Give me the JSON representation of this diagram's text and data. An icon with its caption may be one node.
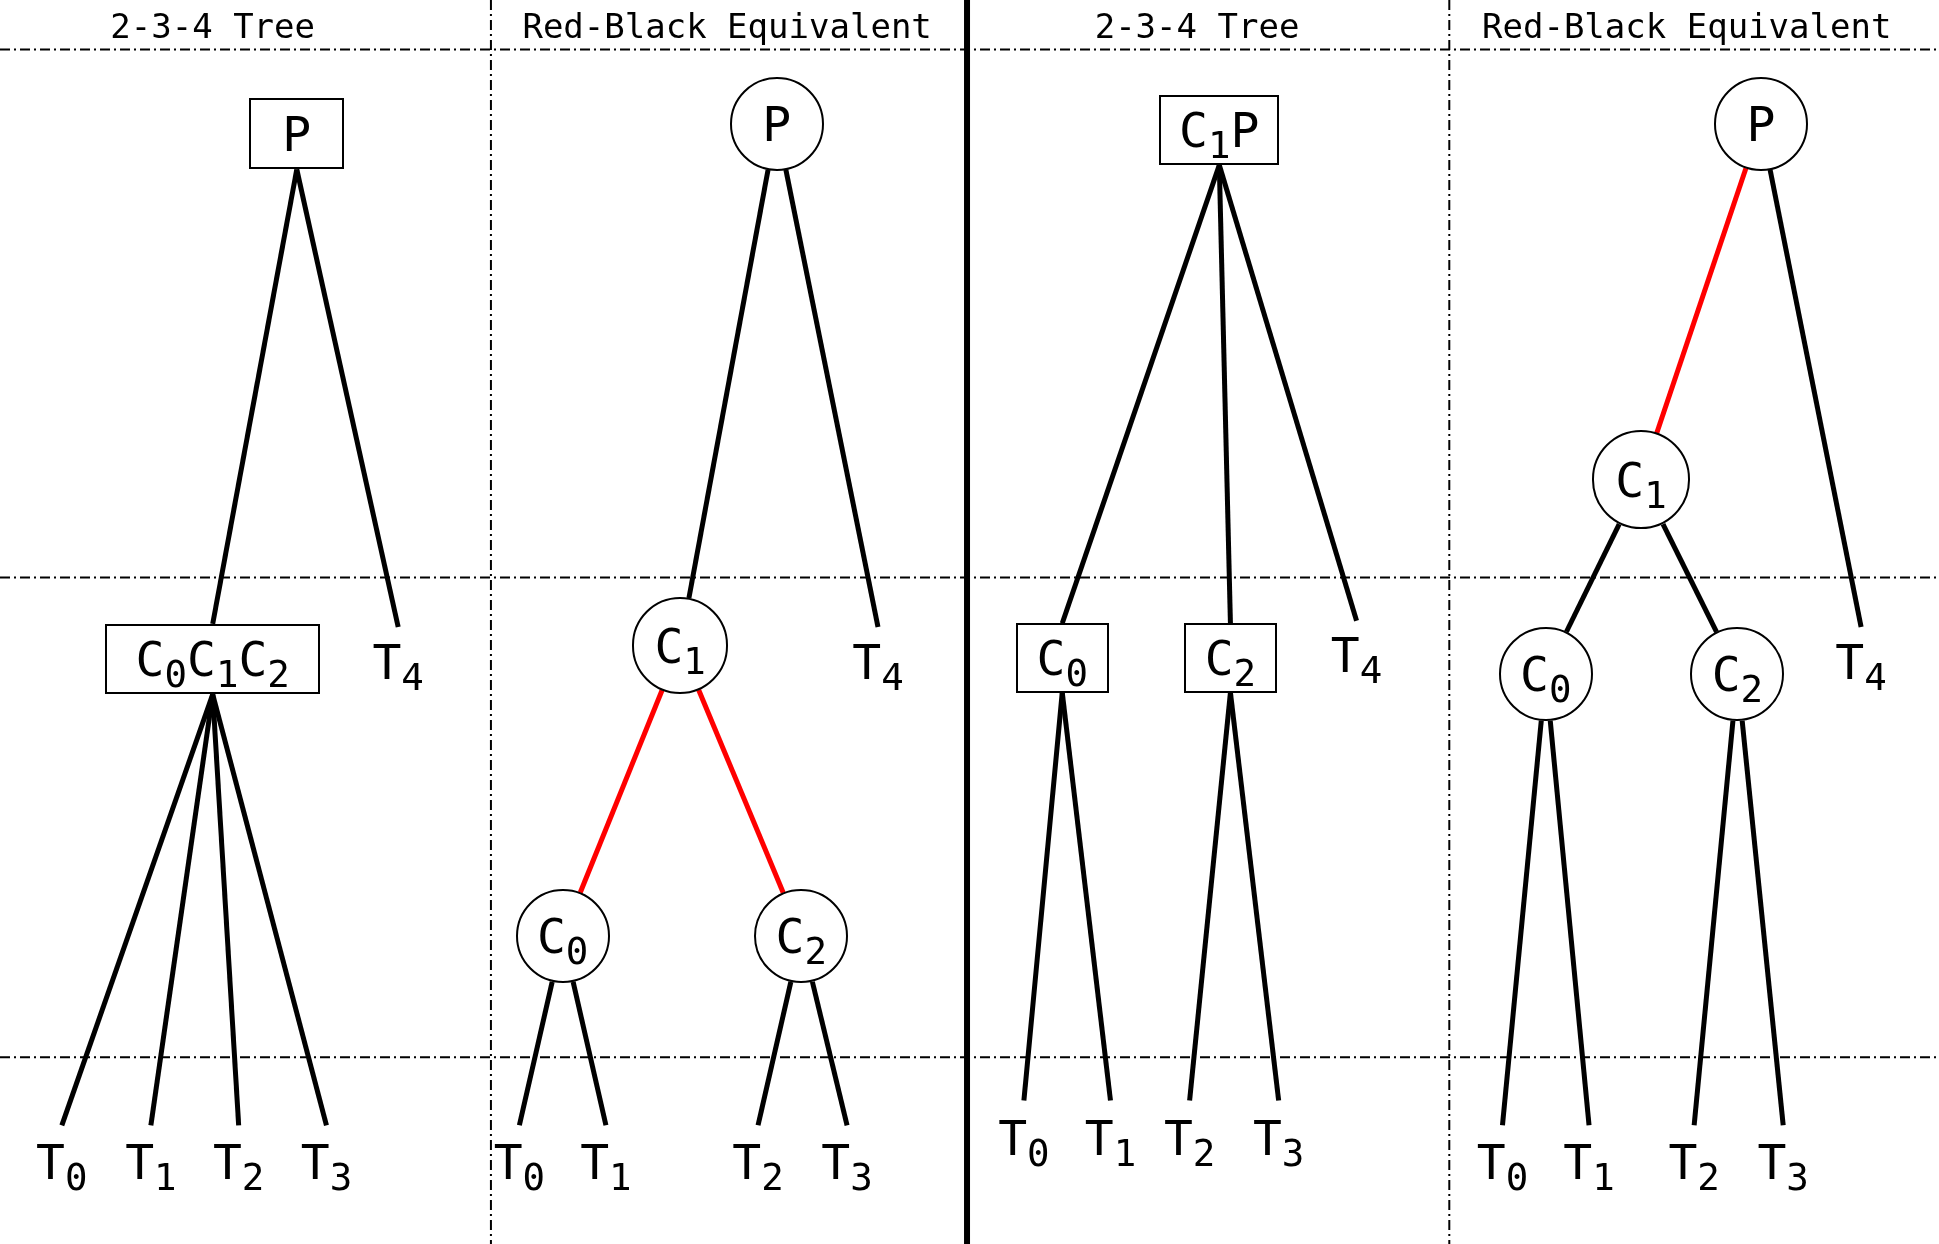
{
  "diagram": {
    "nodes": [
      {
        "text": [
          "P"
        ]
      },
      {
        "text": [
          "C$_{0}$C$_{1}$C$_{2}$"
        ]
      },
      {
        "text": [
          "T$_{4}$"
        ]
      },
      {
        "text": [
          "T$_{0}$"
        ]
      },
      {
        "text": [
          "T$_{1}$"
        ]
      },
      {
        "text": [
          "T$_{2}$"
        ]
      },
      {
        "text": [
          "T$_{3}$"
        ]
      },
      {
        "text": [
          "P"
        ]
      },
      {
        "text": [
          "C$_{1}$"
        ]
      },
      {
        "text": [
          "T$_{4}$"
        ]
      },
      {
        "text": [
          "C$_{0}$"
        ]
      },
      {
        "text": [
          "C$_{2}$"
        ]
      },
      {
        "text": [
          "T$_{0}$"
        ]
      },
      {
        "text": [
          "T$_{1}$"
        ]
      },
      {
        "text": [
          "T$_{2}$"
        ]
      },
      {
        "text": [
          "T$_{3}$"
        ]
      },
      {
        "text": [
          "C$_{1}$P"
        ]
      },
      {
        "text": [
          "C$_{0}$"
        ]
      },
      {
        "text": [
          "C$_{2}$"
        ]
      },
      {
        "text": [
          "T$_{4}$"
        ]
      },
      {
        "text": [
          "T$_{0}$"
        ]
      },
      {
        "text": [
          "T$_{1}$"
        ]
      },
      {
        "text": [
          "T$_{2}$"
        ]
      },
      {
        "text": [
          "T$_{3}$"
        ]
      },
      {
        "text": [
          "P"
        ]
      },
      {
        "text": [
          "C$_{1}$"
        ]
      },
      {
        "text": [
          "T$_{4}$"
        ]
      },
      {
        "text": [
          "C$_{0}$"
        ]
      },
      {
        "text": [
          "C$_{2}$"
        ]
      },
      {
        "text": [
          "T$_{0}$"
        ]
      },
      {
        "text": [
          "T$_{1}$"
        ]
      },
      {
        "text": [
          "T$_{2}$"
        ]
      },
      {
        "text": [
          "T$_{3}$"
        ]
      }
    ],
    "edges": [
      {
        "from": 0,
        "to": 1,
        "arrow": "none"
      },
      {
        "from": 0,
        "to": 2,
        "arrow": "none"
      },
      {
        "from": 1,
        "to": 3,
        "arrow": "none"
      },
      {
        "from": 1,
        "to": 4,
        "arrow": "none"
      },
      {
        "from": 1,
        "to": 5,
        "arrow": "none"
      },
      {
        "from": 1,
        "to": 6,
        "arrow": "none"
      },
      {
        "from": 7,
        "to": 8,
        "arrow": "none"
      },
      {
        "from": 7,
        "to": 9,
        "arrow": "none"
      },
      {
        "from": 8,
        "to": 10,
        "arrow": "none",
        "color": "#ff0000"
      },
      {
        "from": 8,
        "to": 11,
        "arrow": "none",
        "color": "#ff0000"
      },
      {
        "from": 10,
        "to": 12,
        "arrow": "none"
      },
      {
        "from": 10,
        "to": 13,
        "arrow": "none"
      },
      {
        "from": 11,
        "to": 14,
        "arrow": "none"
      },
      {
        "from": 11,
        "to": 15,
        "arrow": "none"
      },
      {
        "from": 16,
        "to": 17,
        "arrow": "none"
      },
      {
        "from": 16,
        "to": 18,
        "arrow": "none"
      },
      {
        "from": 16,
        "to": 19,
        "arrow": "none"
      },
      {
        "from": 17,
        "to": 20,
        "arrow": "none"
      },
      {
        "from": 17,
        "to": 21,
        "arrow": "none"
      },
      {
        "from": 18,
        "to": 22,
        "arrow": "none"
      },
      {
        "from": 18,
        "to": 23,
        "arrow": "none"
      },
      {
        "from": 24,
        "to": 25,
        "arrow": "none",
        "color": "#ff0000"
      },
      {
        "from": 24,
        "to": 26,
        "arrow": "none"
      },
      {
        "from": 25,
        "to": 27,
        "arrow": "none"
      },
      {
        "from": 25,
        "to": 28,
        "arrow": "none"
      },
      {
        "from": 27,
        "to": 29,
        "arrow": "none"
      },
      {
        "from": 27,
        "to": 30,
        "arrow": "none"
      },
      {
        "from": 28,
        "to": 31,
        "arrow": "none"
      },
      {
        "from": 28,
        "to": 32,
        "arrow": "none"
      }
    ],
    "labels": [
      "2-3-4 Tree",
      "Red-Black Equivalent",
      "2-3-4 Tree",
      "Red-Black Equivalent"
    ]
  }
}
